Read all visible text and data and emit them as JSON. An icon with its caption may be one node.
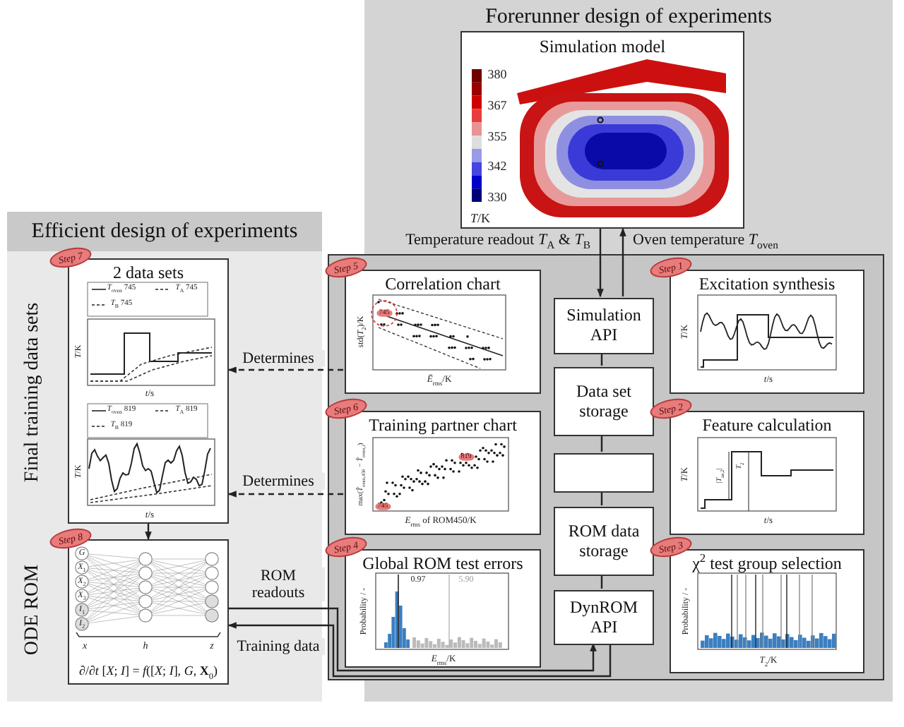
{
  "diagram": {
    "nodes": [
      {
        "text": [
          "Forerunner design of experiments"
        ]
      },
      {
        "text": [
          "Simulation model"
        ],
        "in": 0
      },
      {
        "text": [
          "Efficient design of experiments"
        ]
      },
      {
        "text": [
          "2 data sets"
        ],
        "in": 2,
        "beside": [
          "Step 7"
        ]
      },
      {
        "text": [
          "∂/∂*t* [*X*; *I*] = *f*([*X*; *I*], *G*, **X**$_{0}$)"
        ],
        "in": 2,
        "beside": [
          "Step 8"
        ]
      },
      {
        "text": [],
        "shape": "box"
      },
      {
        "text": [
          "Correlation chart"
        ],
        "in": 5,
        "beside": [
          "Step 5"
        ]
      },
      {
        "text": [
          "Training partner chart"
        ],
        "in": 5,
        "beside": [
          "Step 6"
        ]
      },
      {
        "text": [
          "Global ROM test errors"
        ],
        "in": 5,
        "beside": [
          "Step 4"
        ]
      },
      {
        "text": [
          "Simulation API"
        ],
        "in": 5
      },
      {
        "text": [
          "Data set storage"
        ],
        "in": 5
      },
      {
        "text": [],
        "shape": "box",
        "in": 5
      },
      {
        "text": [
          "ROM data storage"
        ],
        "in": 5
      },
      {
        "text": [
          "DynROM API"
        ],
        "in": 5
      },
      {
        "text": [
          "Excitation synthesis"
        ],
        "in": 5,
        "beside": [
          "Step 1"
        ]
      },
      {
        "text": [
          "Feature calculation"
        ],
        "in": 5,
        "beside": [
          "Step 2"
        ]
      },
      {
        "text": [
          "χ$^{2}$ test group selection"
        ],
        "in": 5,
        "beside": [
          "Step 3"
        ]
      }
    ],
    "edges": [
      {
        "from": 1,
        "to": 9,
        "arrow": "to",
        "label": "Temperature readout *T*$_{A}$ & *T*$_{B}$"
      },
      {
        "from": 9,
        "to": 1,
        "arrow": "to",
        "label": "Oven temperature *T*$_{oven}$"
      },
      {
        "from": 6,
        "to": 3,
        "arrow": "to",
        "style": "dashed",
        "label": "Determines"
      },
      {
        "from": 7,
        "to": 3,
        "arrow": "to",
        "style": "dashed",
        "label": "Determines"
      },
      {
        "from": 3,
        "to": 4,
        "arrow": "to"
      },
      {
        "from": 4,
        "to": 13,
        "arrow": "to",
        "label": "ROM readouts"
      },
      {
        "from": 13,
        "to": 4,
        "arrow": "to",
        "label": "Training data"
      },
      {
        "from": 9,
        "to": 10,
        "arrow": "none"
      },
      {
        "from": 10,
        "to": 11,
        "arrow": "none"
      },
      {
        "from": 11,
        "to": 12,
        "arrow": "none"
      },
      {
        "from": 12,
        "to": 13,
        "arrow": "none"
      }
    ],
    "labels": [
      "380",
      "367",
      "355",
      "342",
      "330",
      "*T*/K",
      "Final training data sets",
      "ODE ROM",
      "*T*$_{oven}$ 745",
      "*T*$_{A}$ 745",
      "*T*$_{B}$ 745",
      "*T*/K",
      "*t*/s",
      "*T*$_{oven}$ 819",
      "*T*$_{A}$ 819",
      "*T*$_{B}$ 819",
      "*T*/K",
      "*t*/s",
      "G",
      "*X*$_{1}$",
      "*X*$_{2}$",
      "*X*$_{3}$",
      "*I*$_{1}$",
      "*I*$_{2}$",
      "x",
      "h",
      "z",
      "std(*T*$_{2}$)/K",
      "*Ē*$_{rms}$/K",
      "745",
      "max(*T̂*$_{oven,450}$ − *T̂*$_{oven,i}$)",
      "*E*$_{rms}$ of ROM450/K",
      "819",
      "745",
      "0.97",
      "5.90",
      "Probability / -",
      "*E*$_{rms}$/K",
      "*T*/K",
      "*t*/s",
      "*T*/K",
      "|*T*$_{ae,2}$|",
      "*T*$_{2}$",
      "*t*/s",
      "Probability / -",
      "*T*$_{2}$/K"
    ]
  }
}
